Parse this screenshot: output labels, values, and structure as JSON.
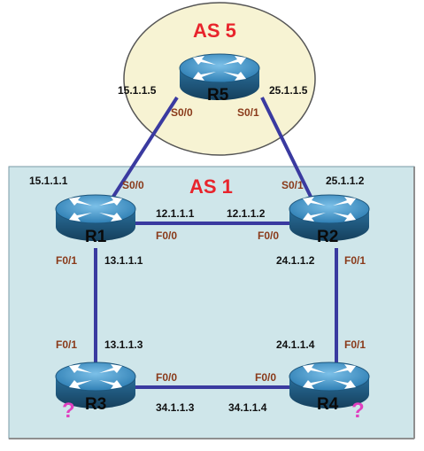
{
  "as_labels": {
    "as5": "AS 5",
    "as1": "AS 1"
  },
  "routers": {
    "r1": {
      "name": "R1"
    },
    "r2": {
      "name": "R2"
    },
    "r3": {
      "name": "R3",
      "mark": "?"
    },
    "r4": {
      "name": "R4",
      "mark": "?"
    },
    "r5": {
      "name": "R5"
    }
  },
  "interfaces": {
    "r5_s00": "S0/0",
    "r5_s01": "S0/1",
    "r1_s00": "S0/0",
    "r1_f00": "F0/0",
    "r1_f01": "F0/1",
    "r2_s01": "S0/1",
    "r2_f00": "F0/0",
    "r2_f01": "F0/1",
    "r3_f01": "F0/1",
    "r3_f00": "F0/0",
    "r4_f00": "F0/0",
    "r4_f01": "F0/1"
  },
  "addresses": {
    "r5_s00": "15.1.1.5",
    "r5_s01": "25.1.1.5",
    "r1_s00": "15.1.1.1",
    "r1_f00": "12.1.1.1",
    "r1_f01": "13.1.1.1",
    "r2_s01": "25.1.1.2",
    "r2_f00": "12.1.1.2",
    "r2_f01": "24.1.1.2",
    "r3_f01": "13.1.1.3",
    "r3_f00": "34.1.1.3",
    "r4_f00": "34.1.1.4",
    "r4_f01": "24.1.1.4"
  },
  "colors": {
    "as1_fill": "#cfe6ea",
    "as5_fill": "#f7f3d3",
    "link": "#3a3aa0",
    "router_top": "#3f8fc2",
    "router_side": "#1f5f8a"
  }
}
